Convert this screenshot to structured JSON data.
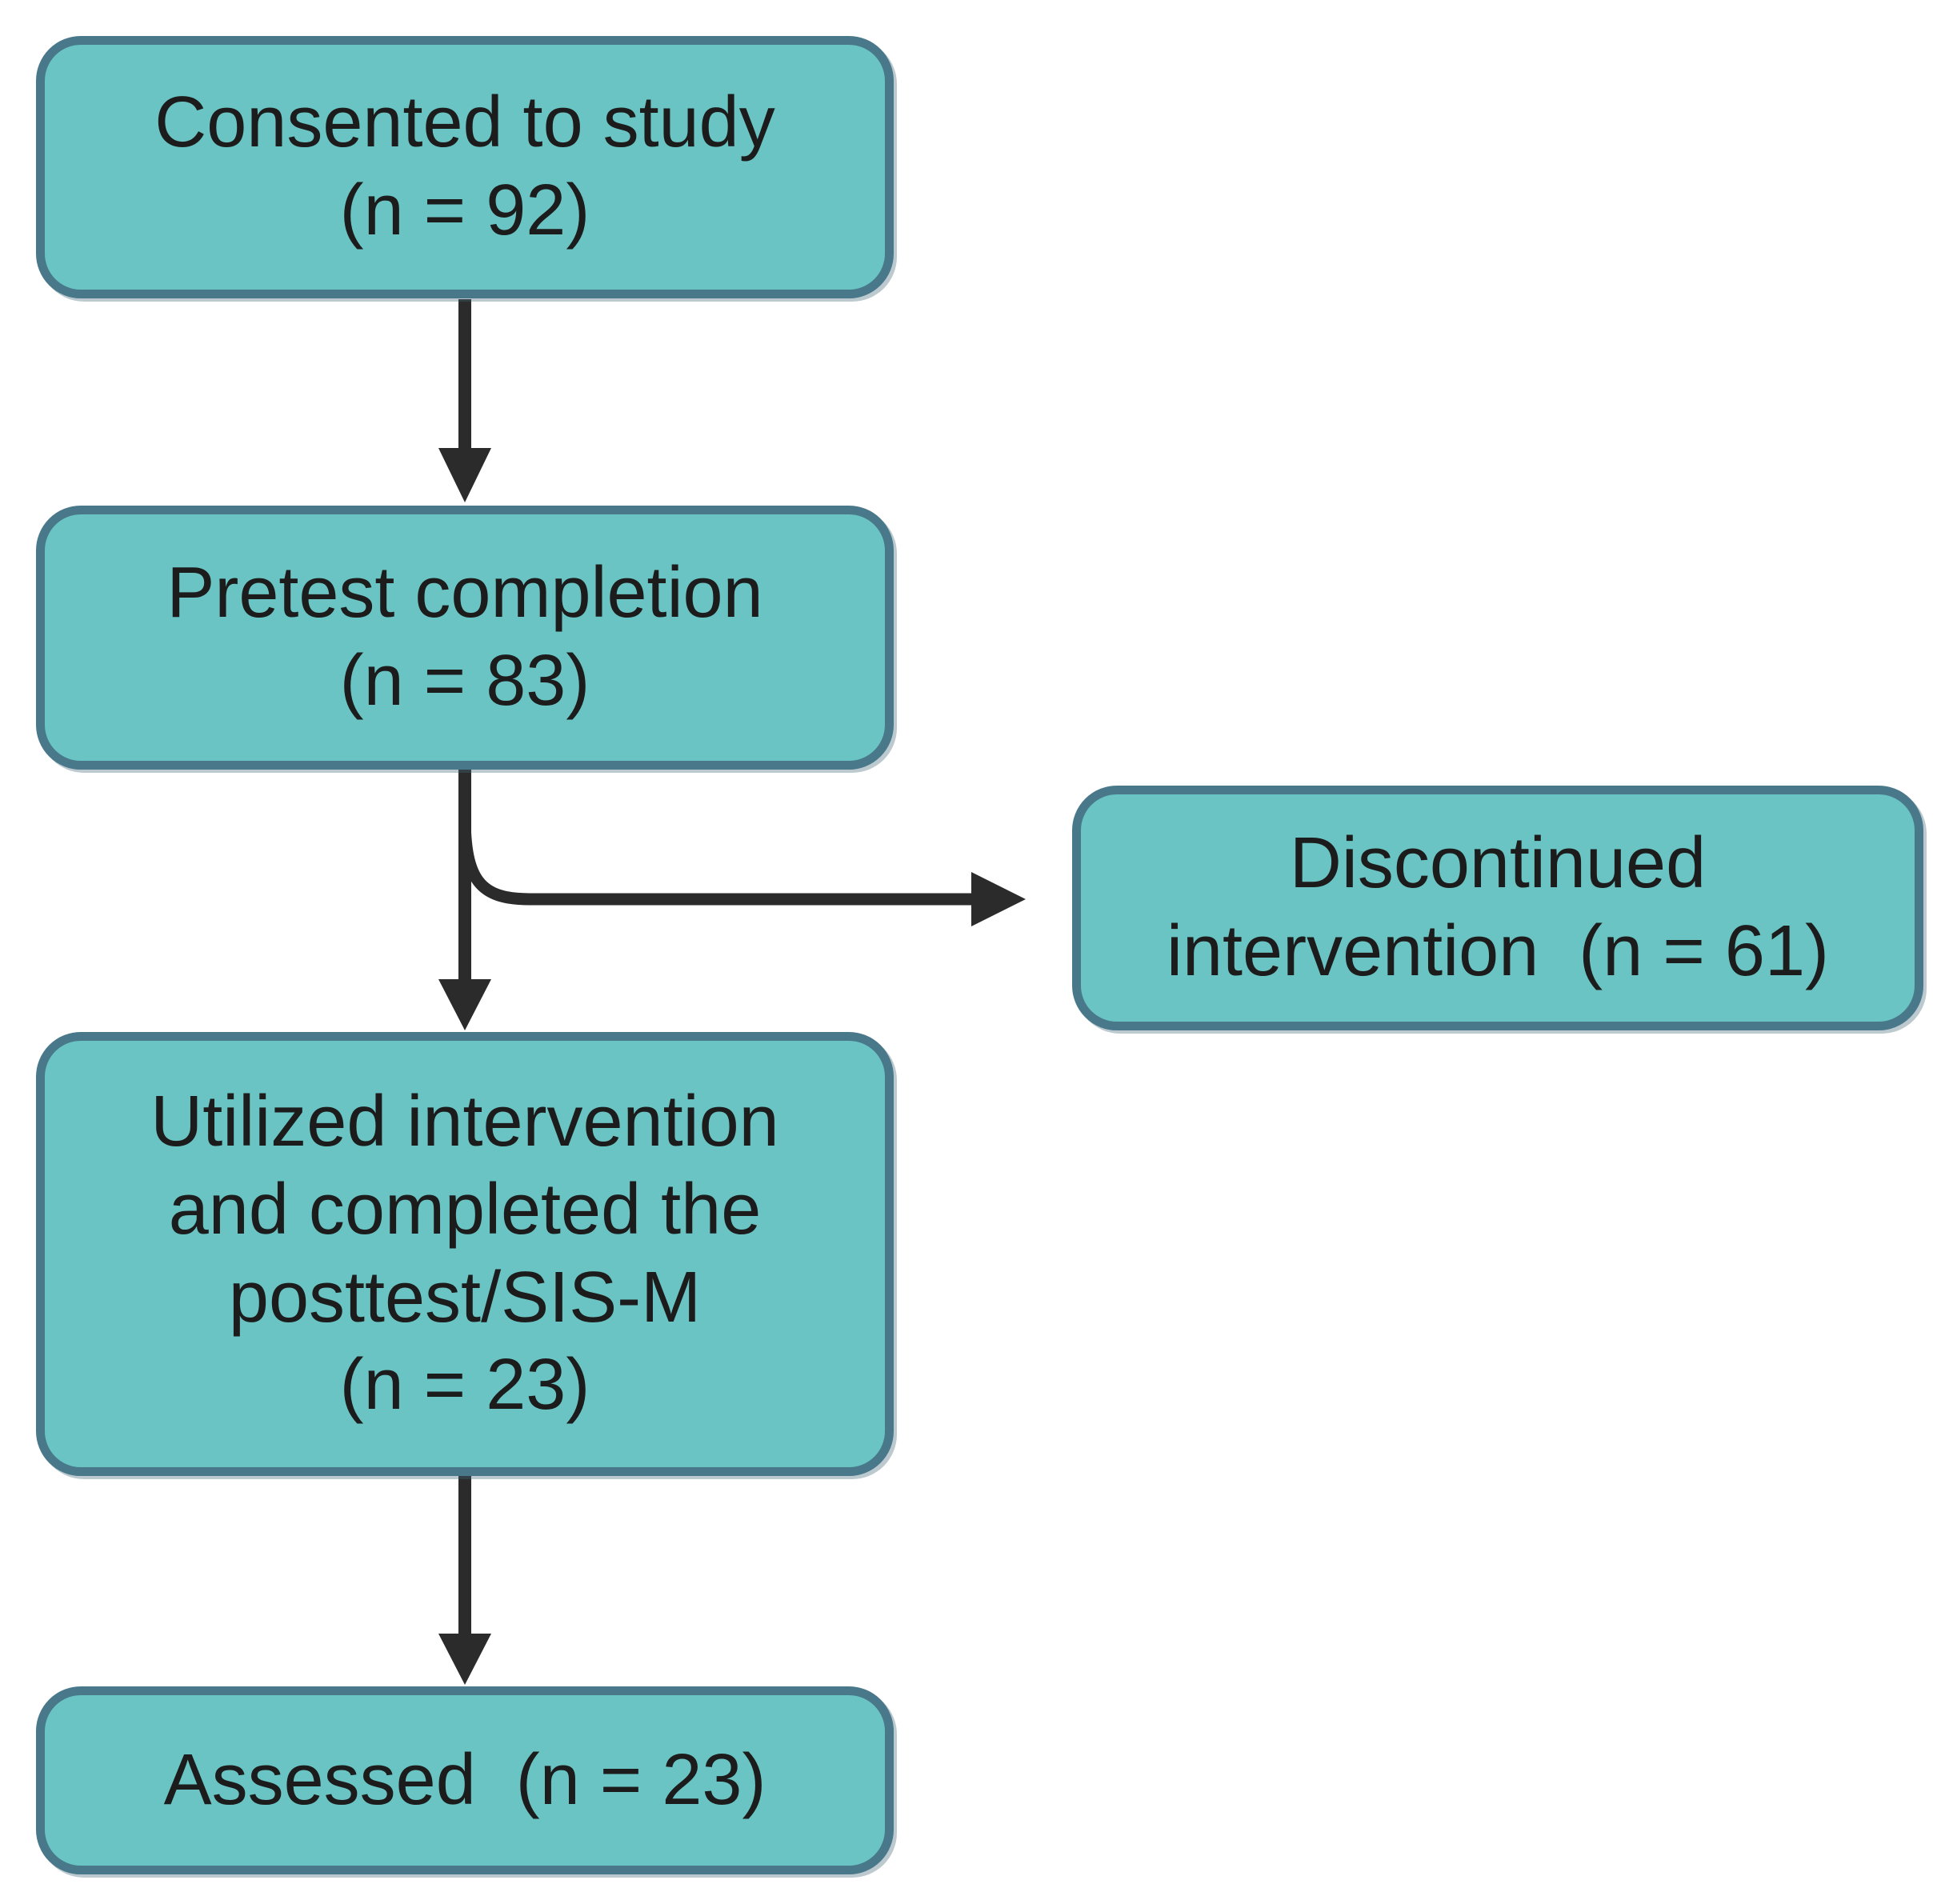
{
  "figure": {
    "type": "participant-flow-diagram",
    "colors": {
      "page_bg": "#ffffff",
      "box_fill": "#6ac4c3",
      "box_border": "#48788a",
      "text_color": "#1c1c1c",
      "arrow_color": "#2b2b2b"
    }
  },
  "nodes": {
    "consented": {
      "text": "Consented to study\n(n = 92)",
      "label": "Consented to study",
      "n": 92
    },
    "pretest": {
      "text": "Pretest completion\n(n = 83)",
      "label": "Pretest completion",
      "n": 83
    },
    "discontinued": {
      "text": "Discontinued\nintervention  (n = 61)",
      "label": "Discontinued intervention",
      "n": 61
    },
    "utilized": {
      "text": "Utilized intervention\nand completed the\nposttest/SIS-M\n(n = 23)",
      "label": "Utilized intervention and completed the posttest/SIS-M",
      "n": 23
    },
    "assessed": {
      "text": "Assessed  (n = 23)",
      "label": "Assessed",
      "n": 23
    }
  },
  "edges": [
    {
      "from": "consented",
      "to": "pretest",
      "type": "arrow-down"
    },
    {
      "from": "pretest",
      "to": "utilized",
      "type": "arrow-down"
    },
    {
      "from": "pretest",
      "to": "discontinued",
      "type": "branch-right"
    },
    {
      "from": "utilized",
      "to": "assessed",
      "type": "arrow-down"
    }
  ]
}
